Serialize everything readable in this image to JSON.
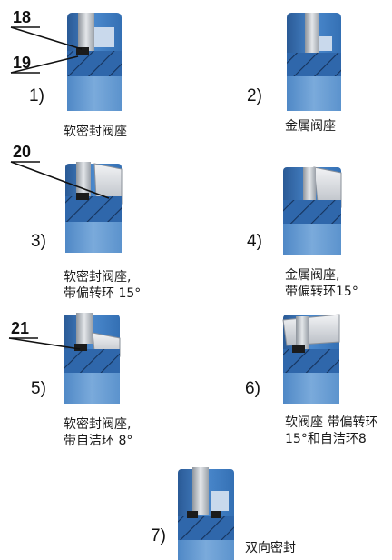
{
  "callouts": {
    "c18": "18",
    "c19": "19",
    "c20": "20",
    "c21": "21"
  },
  "variants": [
    {
      "number": "1)",
      "caption": [
        "软密封阀座"
      ]
    },
    {
      "number": "2)",
      "caption": [
        "金属阀座"
      ]
    },
    {
      "number": "3)",
      "caption": [
        "软密封阀座,",
        "带偏转环 15°"
      ]
    },
    {
      "number": "4)",
      "caption": [
        "金属阀座,",
        "带偏转环15°"
      ]
    },
    {
      "number": "5)",
      "caption": [
        "软密封阀座,",
        "带自洁环 8°"
      ]
    },
    {
      "number": "6)",
      "caption": [
        "软阀座 带偏转环",
        "15°和自洁环8"
      ]
    },
    {
      "number": "7)",
      "caption": [
        "双向密封"
      ]
    }
  ],
  "colors": {
    "body_dark": "#2c5f9e",
    "body_mid": "#3d7cc4",
    "body_light": "#6b9fd6",
    "steel": "#a8adb4",
    "steel_light": "#d8dbe0",
    "seal_black": "#1b1b1b"
  }
}
